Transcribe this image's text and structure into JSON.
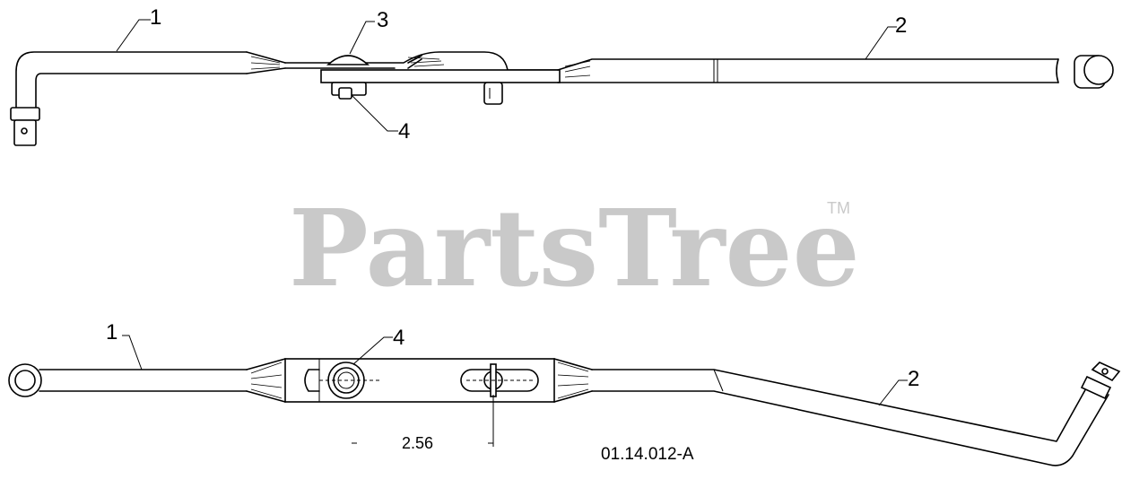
{
  "diagram": {
    "watermark": "PartsTree",
    "trademark": "TM",
    "drawing_number": "01.14.012-A",
    "dimension": "2.56",
    "top_view": {
      "callouts": [
        "1",
        "3",
        "2",
        "4"
      ]
    },
    "bottom_view": {
      "callouts": [
        "1",
        "4",
        "2"
      ]
    }
  }
}
